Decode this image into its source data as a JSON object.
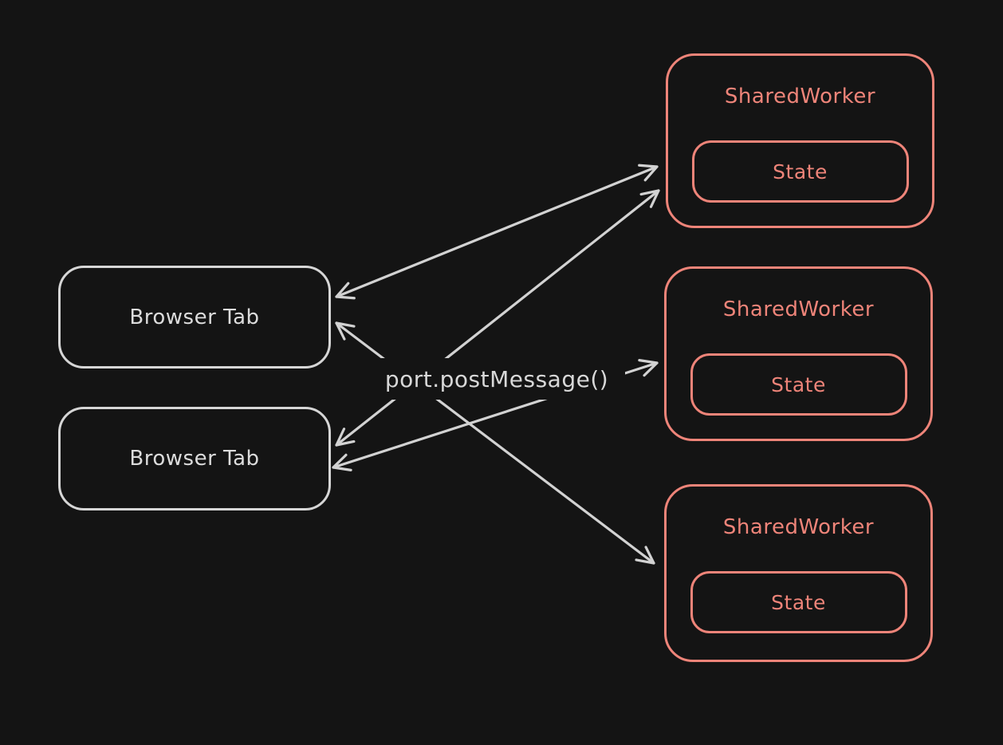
{
  "diagram": {
    "type": "hand-drawn-architecture-diagram",
    "background_color": "#141414",
    "default_stroke_color": "#d6d6d6",
    "accent_stroke_color": "#ee8479",
    "arrow_color": "#d2d2d2",
    "center_label": "port.postMessage()",
    "browser_tabs": [
      {
        "label": "Browser Tab"
      },
      {
        "label": "Browser Tab"
      }
    ],
    "workers": [
      {
        "label": "SharedWorker",
        "state_label": "State"
      },
      {
        "label": "SharedWorker",
        "state_label": "State"
      },
      {
        "label": "SharedWorker",
        "state_label": "State"
      }
    ],
    "connections": [
      {
        "from": "browser-tab-1",
        "to": "shared-worker-1",
        "style": "bidirectional-arrow"
      },
      {
        "from": "browser-tab-2",
        "to": "shared-worker-1",
        "style": "bidirectional-arrow"
      },
      {
        "from": "browser-tab-2",
        "to": "shared-worker-2",
        "style": "bidirectional-arrow"
      },
      {
        "from": "browser-tab-1",
        "to": "shared-worker-3",
        "style": "bidirectional-arrow"
      }
    ]
  }
}
